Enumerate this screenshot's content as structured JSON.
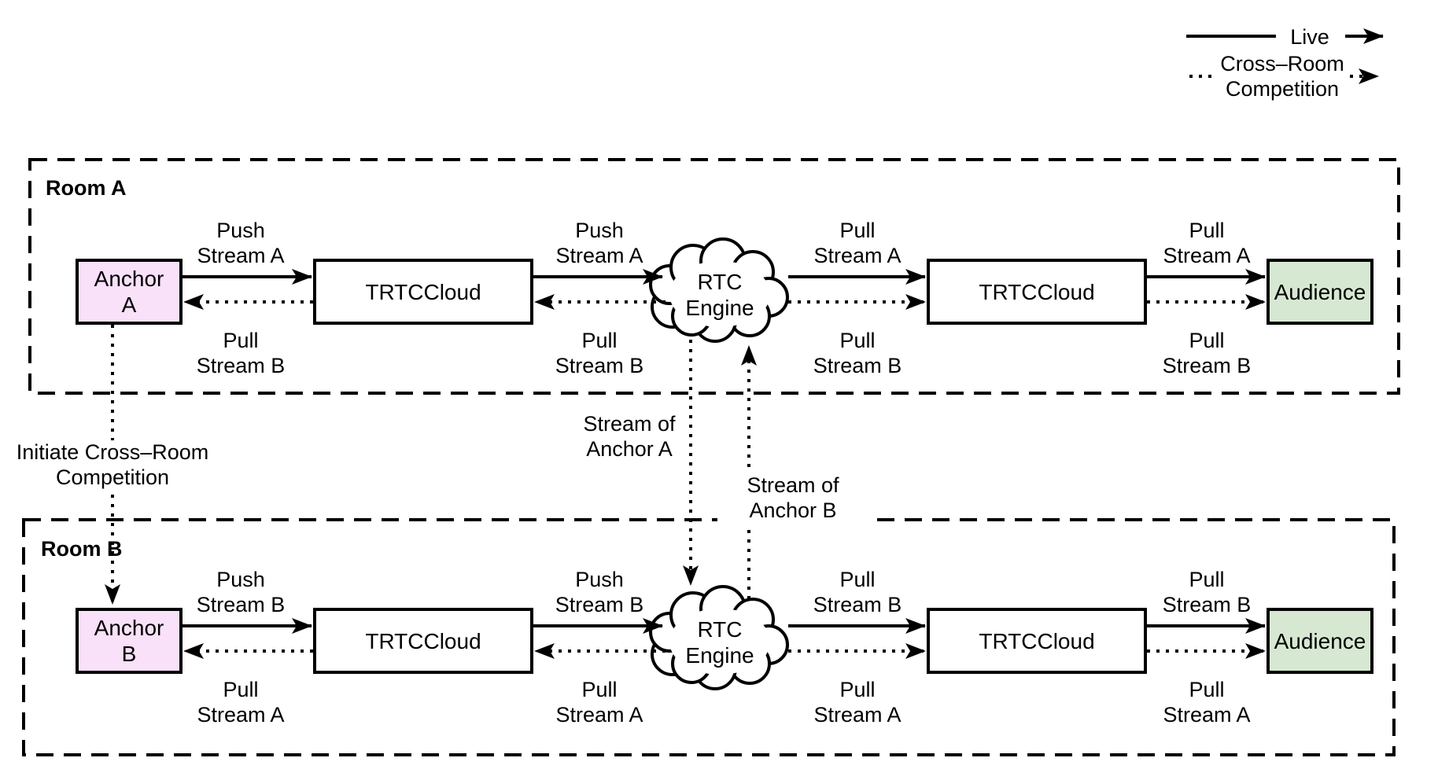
{
  "legend": {
    "live": "Live",
    "cross_room_line1": "Cross–Room",
    "cross_room_line2": "Competition"
  },
  "room_a": {
    "label": "Room A",
    "anchor": {
      "line1": "Anchor",
      "line2": "A"
    },
    "trtc_left": "TRTCCloud",
    "engine": {
      "line1": "RTC",
      "line2": "Engine"
    },
    "trtc_right": "TRTCCloud",
    "audience": "Audience",
    "seg1_top": {
      "line1": "Push",
      "line2": "Stream A"
    },
    "seg1_bottom": {
      "line1": "Pull",
      "line2": "Stream B"
    },
    "seg2_top": {
      "line1": "Push",
      "line2": "Stream A"
    },
    "seg2_bottom": {
      "line1": "Pull",
      "line2": "Stream B"
    },
    "seg3_top": {
      "line1": "Pull",
      "line2": "Stream A"
    },
    "seg3_bottom": {
      "line1": "Pull",
      "line2": "Stream B"
    },
    "seg4_top": {
      "line1": "Pull",
      "line2": "Stream A"
    },
    "seg4_bottom": {
      "line1": "Pull",
      "line2": "Stream B"
    }
  },
  "room_b": {
    "label": "Room B",
    "anchor": {
      "line1": "Anchor",
      "line2": "B"
    },
    "trtc_left": "TRTCCloud",
    "engine": {
      "line1": "RTC",
      "line2": "Engine"
    },
    "trtc_right": "TRTCCloud",
    "audience": "Audience",
    "seg1_top": {
      "line1": "Push",
      "line2": "Stream B"
    },
    "seg1_bottom": {
      "line1": "Pull",
      "line2": "Stream A"
    },
    "seg2_top": {
      "line1": "Push",
      "line2": "Stream B"
    },
    "seg2_bottom": {
      "line1": "Pull",
      "line2": "Stream A"
    },
    "seg3_top": {
      "line1": "Pull",
      "line2": "Stream B"
    },
    "seg3_bottom": {
      "line1": "Pull",
      "line2": "Stream A"
    },
    "seg4_top": {
      "line1": "Pull",
      "line2": "Stream B"
    },
    "seg4_bottom": {
      "line1": "Pull",
      "line2": "Stream A"
    }
  },
  "connectors": {
    "initiate": {
      "line1": "Initiate Cross–Room",
      "line2": "Competition"
    },
    "stream_of_anchor_a": {
      "line1": "Stream of",
      "line2": "Anchor A"
    },
    "stream_of_anchor_b": {
      "line1": "Stream of",
      "line2": "Anchor B"
    }
  },
  "colors": {
    "anchor_fill": "#f9e1f9",
    "audience_fill": "#d7e8d2",
    "stroke": "#000000",
    "background": "#ffffff"
  }
}
